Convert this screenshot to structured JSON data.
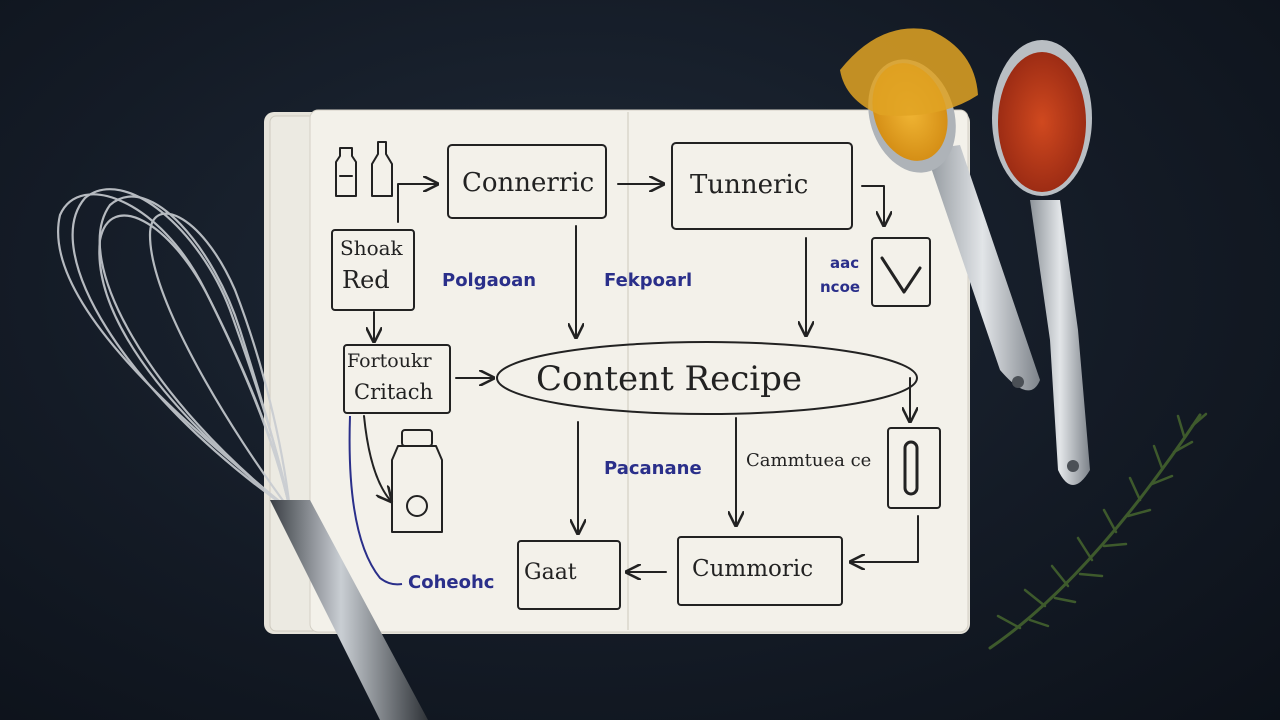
{
  "notebook": {
    "center_label": "Content Recipe",
    "boxes": {
      "top_left": "Connerric",
      "top_right": "Tunneric",
      "left_line1": "Shoak",
      "left_line2": "Red",
      "mid_left_line1": "Fortoukr",
      "mid_left_line2": "Critach",
      "bottom_mid": "Gaat",
      "bottom_right": "Cummoric"
    },
    "notes": {
      "note_left": "Polgaoan",
      "note_mid": "Fekpoarl",
      "note_right_line1": "aac",
      "note_right_line2": "ncoe",
      "note_lower_left": "Pacanane",
      "note_lower_mid": "Cammtuea ce",
      "note_bottom_left": "Coheohc"
    }
  },
  "colors": {
    "background": "#141b26",
    "paper": "#f3f1ea",
    "ink": "#222222",
    "blue_ink": "#2a2f8a",
    "turmeric": "#e0a323",
    "paprika": "#b7361c",
    "rosemary": "#3e5a2c"
  },
  "props": [
    "whisk",
    "measuring-spoon-turmeric",
    "measuring-spoon-paprika",
    "rosemary-sprig"
  ]
}
